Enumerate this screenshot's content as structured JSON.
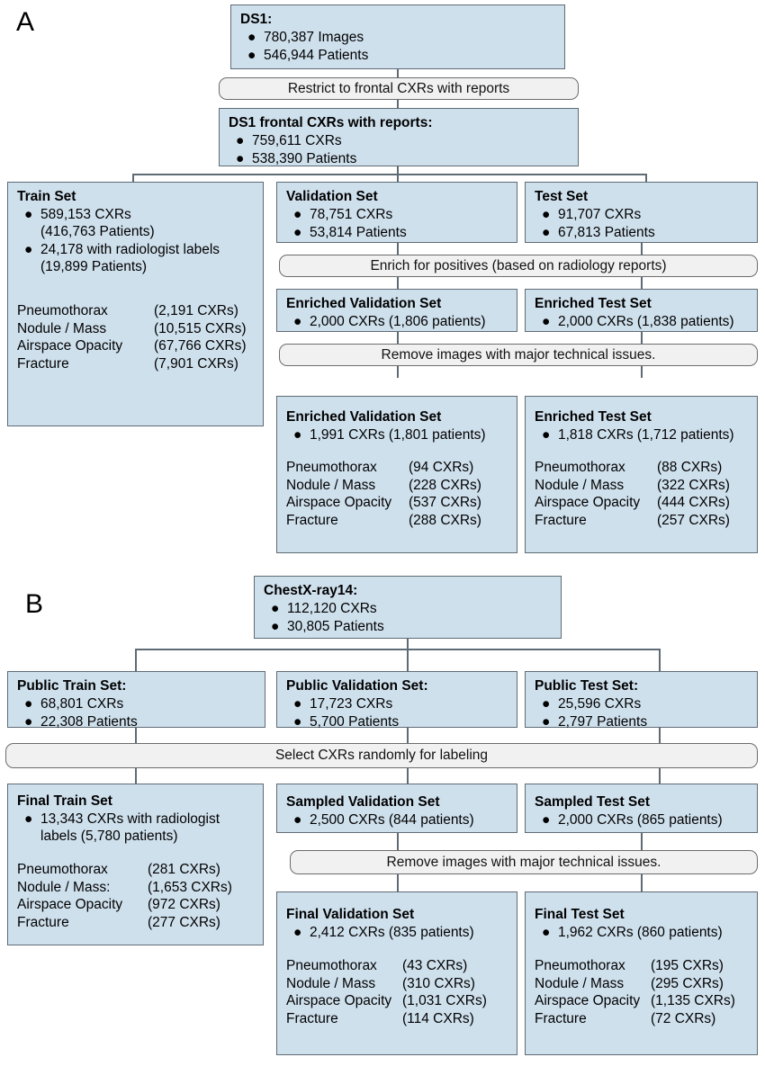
{
  "figure": {
    "panels": [
      {
        "label": "A"
      },
      {
        "label": "B"
      }
    ]
  },
  "panelA": {
    "letter": "A",
    "source": {
      "title": "DS1:",
      "items": [
        "780,387 Images",
        "546,944 Patients"
      ]
    },
    "process_restrict": "Restrict to frontal CXRs with reports",
    "frontal": {
      "title": "DS1 frontal CXRs with reports:",
      "items": [
        "759,611 CXRs",
        "538,390 Patients"
      ]
    },
    "train": {
      "title": "Train Set",
      "items": [
        "589,153 CXRs\n(416,763 Patients)",
        "24,178 with radiologist labels\n(19,899 Patients)"
      ],
      "item1_line1": "589,153 CXRs",
      "item1_line2": "(416,763 Patients)",
      "item2_line1": "24,178 with radiologist labels",
      "item2_line2": "(19,899 Patients)",
      "stats": [
        {
          "label": "Pneumothorax",
          "value": "(2,191 CXRs)"
        },
        {
          "label": "Nodule / Mass",
          "value": "(10,515 CXRs)"
        },
        {
          "label": "Airspace Opacity",
          "value": "(67,766 CXRs)"
        },
        {
          "label": "Fracture",
          "value": "(7,901 CXRs)"
        }
      ]
    },
    "validation": {
      "title": "Validation Set",
      "items": [
        "78,751 CXRs",
        "53,814 Patients"
      ]
    },
    "test": {
      "title": "Test Set",
      "items": [
        "91,707 CXRs",
        "67,813 Patients"
      ]
    },
    "process_enrich": "Enrich for positives (based on radiology reports)",
    "enriched_validation": {
      "title": "Enriched Validation Set",
      "items": [
        "2,000 CXRs (1,806 patients)"
      ]
    },
    "enriched_test": {
      "title": "Enriched Test Set",
      "items": [
        "2,000 CXRs (1,838 patients)"
      ]
    },
    "process_remove": "Remove images with major technical issues.",
    "final_validation": {
      "title": "Enriched Validation Set",
      "items": [
        "1,991 CXRs (1,801 patients)"
      ],
      "stats": [
        {
          "label": "Pneumothorax",
          "value": "(94 CXRs)"
        },
        {
          "label": "Nodule / Mass",
          "value": "(228 CXRs)"
        },
        {
          "label": "Airspace Opacity",
          "value": "(537 CXRs)"
        },
        {
          "label": "Fracture",
          "value": "(288 CXRs)"
        }
      ]
    },
    "final_test": {
      "title": "Enriched Test Set",
      "items": [
        "1,818 CXRs (1,712 patients)"
      ],
      "stats": [
        {
          "label": "Pneumothorax",
          "value": "(88 CXRs)"
        },
        {
          "label": "Nodule / Mass",
          "value": "(322 CXRs)"
        },
        {
          "label": "Airspace Opacity",
          "value": "(444 CXRs)"
        },
        {
          "label": "Fracture",
          "value": "(257 CXRs)"
        }
      ]
    }
  },
  "panelB": {
    "letter": "B",
    "source": {
      "title": "ChestX-ray14:",
      "items": [
        "112,120 CXRs",
        "30,805 Patients"
      ]
    },
    "public_train": {
      "title": "Public Train Set:",
      "items": [
        "68,801 CXRs",
        "22,308 Patients"
      ]
    },
    "public_validation": {
      "title": "Public Validation Set:",
      "items": [
        "17,723 CXRs",
        "5,700 Patients"
      ]
    },
    "public_test": {
      "title": "Public Test Set:",
      "items": [
        "25,596 CXRs",
        "2,797 Patients"
      ]
    },
    "process_select": "Select CXRs randomly for labeling",
    "final_train": {
      "title": "Final Train Set",
      "item1_line1": "13,343 CXRs with radiologist",
      "item1_line2": "labels (5,780 patients)",
      "stats": [
        {
          "label": "Pneumothorax",
          "value": "(281 CXRs)"
        },
        {
          "label": "Nodule / Mass:",
          "value": "(1,653 CXRs)"
        },
        {
          "label": "Airspace Opacity",
          "value": "(972 CXRs)"
        },
        {
          "label": "Fracture",
          "value": "(277 CXRs)"
        }
      ]
    },
    "sampled_validation": {
      "title": "Sampled Validation Set",
      "items": [
        "2,500 CXRs (844 patients)"
      ]
    },
    "sampled_test": {
      "title": "Sampled Test Set",
      "items": [
        "2,000 CXRs (865 patients)"
      ]
    },
    "process_remove": "Remove images with major technical issues.",
    "final_validation": {
      "title": "Final Validation Set",
      "items": [
        "2,412 CXRs (835 patients)"
      ],
      "stats": [
        {
          "label": "Pneumothorax",
          "value": "(43 CXRs)"
        },
        {
          "label": "Nodule / Mass",
          "value": "(310 CXRs)"
        },
        {
          "label": "Airspace Opacity",
          "value": "(1,031 CXRs)"
        },
        {
          "label": "Fracture",
          "value": "(114 CXRs)"
        }
      ]
    },
    "final_test": {
      "title": "Final Test Set",
      "items": [
        "1,962 CXRs (860 patients)"
      ],
      "stats": [
        {
          "label": "Pneumothorax",
          "value": "(195 CXRs)"
        },
        {
          "label": "Nodule / Mass",
          "value": "(295 CXRs)"
        },
        {
          "label": "Airspace Opacity",
          "value": "(1,135 CXRs)"
        },
        {
          "label": "Fracture",
          "value": "(72 CXRs)"
        }
      ]
    }
  },
  "style": {
    "box_fill": "#cfe0ed",
    "box_border": "#5f6b74",
    "process_fill": "#f1f1f1",
    "process_border": "#6c6c6c",
    "bullet": "●"
  }
}
